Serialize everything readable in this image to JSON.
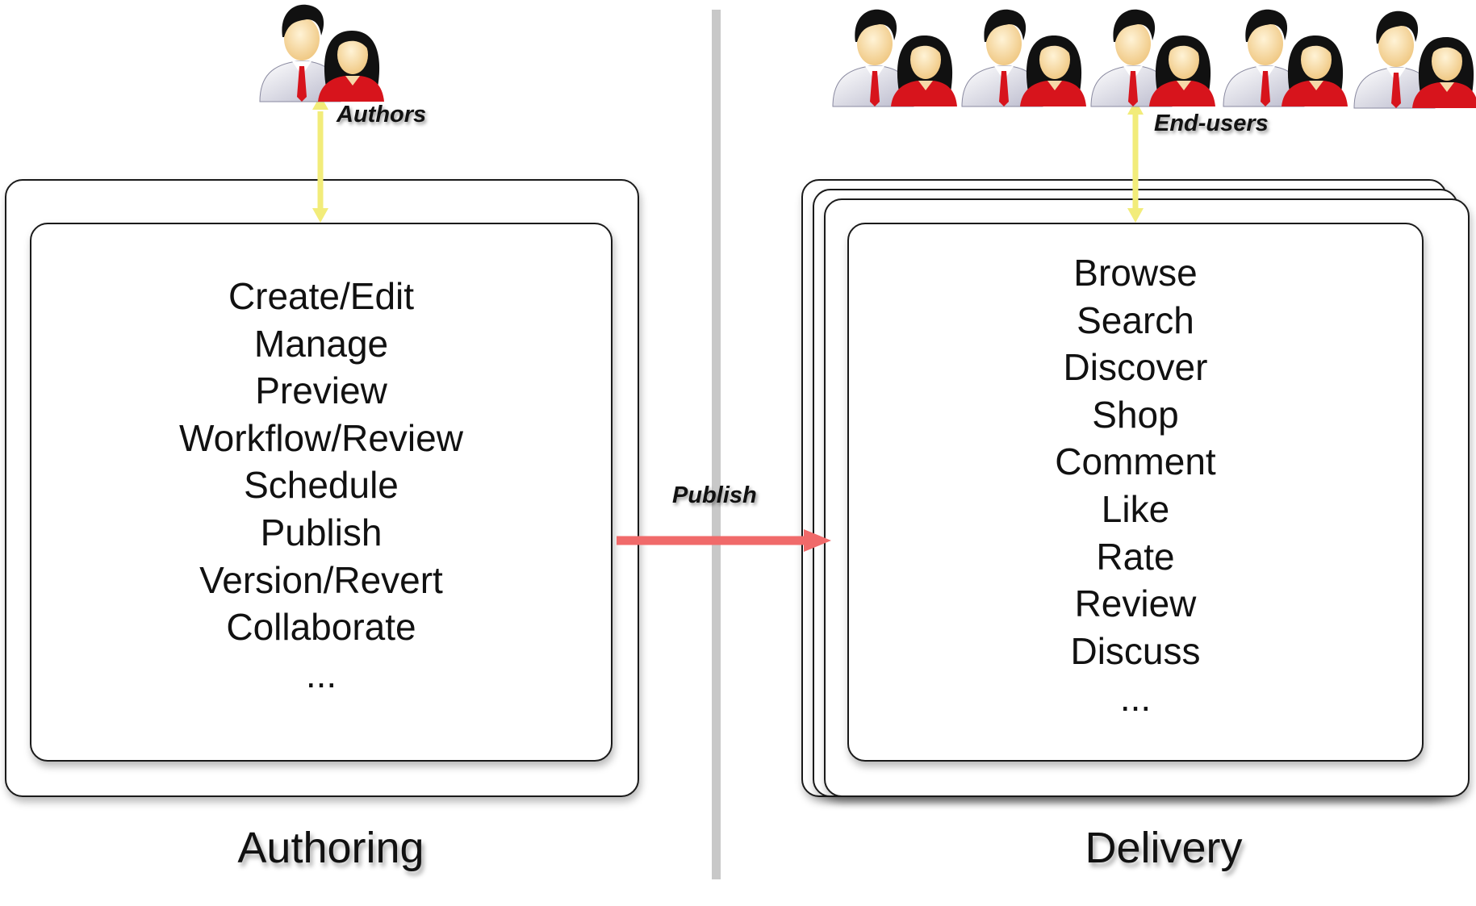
{
  "authoring": {
    "title": "Authoring",
    "actor_label": "Authors",
    "items": [
      "Create/Edit",
      "Manage",
      "Preview",
      "Workflow/Review",
      "Schedule",
      "Publish",
      "Version/Revert",
      "Collaborate",
      "..."
    ]
  },
  "delivery": {
    "title": "Delivery",
    "actor_label": "End-users",
    "items": [
      "Browse",
      "Search",
      "Discover",
      "Shop",
      "Comment",
      "Like",
      "Rate",
      "Review",
      "Discuss",
      "..."
    ]
  },
  "publish_arrow": {
    "label": "Publish"
  },
  "colors": {
    "publish_arrow": "#f06a6a",
    "actor_arrow": "#f2ec7a",
    "divider": "#c8c8c8",
    "shirt_red": "#d7141c",
    "suit_grey": "#b9b9cc"
  },
  "icons": {
    "people": "people-pair-icon"
  }
}
